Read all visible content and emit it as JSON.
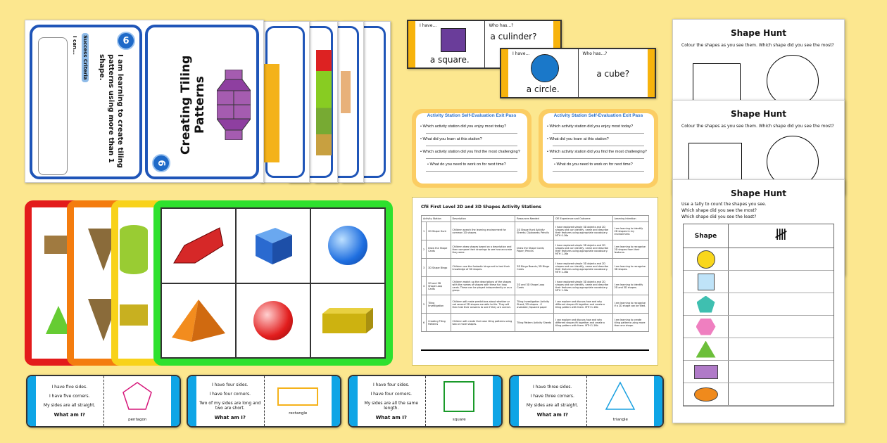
{
  "tiling_card": {
    "number": "6",
    "learning": "I am learning to create tiling patterns using more than 1 shape.",
    "success_label": "Success Criteria",
    "i_can": "I can...",
    "title": "Creating Tiling Patterns"
  },
  "loop_cards": [
    {
      "i_have": "I have...",
      "shape": "a square.",
      "who_has": "Who has...?",
      "answer": "a culinder?",
      "shape_color": "#6a3d9a"
    },
    {
      "i_have": "I have...",
      "shape": "a circle.",
      "who_has": "Who has...?",
      "answer": "a cube?",
      "shape_color": "#1a78c9"
    }
  ],
  "exit_pass": {
    "title": "Activity Station Self-Evaluation Exit Pass",
    "questions": [
      "• Which activity station did you enjoy most today?",
      "• What did you learn at this station?",
      "• Which activity station did you find the most challenging?",
      "• What do you need to work on for next time?"
    ]
  },
  "activity_doc": {
    "title": "CfE First Level 2D and 3D Shapes Activity Stations",
    "headers": [
      "Activity Station",
      "Description",
      "Resources Needed",
      "CfE Experience and Outcome",
      "Learning Intention"
    ],
    "rows": [
      [
        "1",
        "2D Shape Hunt",
        "Children search the learning environment for common 2D shapes.",
        "2D Shape Hunt Activity Sheets; Clipboards; Pencils",
        "I have explored simple 3D objects and 2D shapes and can identify, name and describe their features using appropriate vocabulary. MTH 0-16a",
        "I am learning to identify 2D shapes in my environment."
      ],
      [
        "2",
        "Draw the Shape Cards",
        "Children draw shapes based on a description and then compare their drawings to see how accurate they were.",
        "Draw the Shape Cards; Paper; Pencils",
        "I have explored simple 3D objects and 2D shapes and can identify, name and describe their features using appropriate vocabulary. MTH 1-16a",
        "I am learning to recognise 2D shapes from their features."
      ],
      [
        "3",
        "3D Shape Bingo",
        "Children use the fantastic bingo set to test their knowledge of 3D shapes.",
        "3D Bingo Boards; 3D Bingo Cards",
        "I have explored simple 3D objects and 2D shapes and can identify, name and describe their features using appropriate vocabulary. MTH 1-16a",
        "I am learning to recognise 3D shapes."
      ],
      [
        "4",
        "2D and 3D Shape Loop Cards",
        "Children match up the descriptions of the shapes with the names of shapes with these fun loop cards. These can be played independently or as a group.",
        "2D and 3D Shape Loop Cards",
        "I have explored simple 3D objects and 2D shapes and can identify, name and describe their features using appropriate vocabulary. MTH 1-16a",
        "I am learning to identify 2D and 3D shapes."
      ],
      [
        "5",
        "Tiling Investigation",
        "Children will make predictions about whether or not several 2D shapes are able to tile. They will then test their answers to see if they are correct.",
        "Tiling Investigation Activity Sheet; 2D shapes - if available; Squared paper",
        "I can explore and discuss how and why different shapes fit together and create a tiling pattern with them. MTH 1-16b",
        "I am learning to recognise if a 2D shape can be tiled."
      ],
      [
        "6",
        "Creating Tiling Patterns",
        "Children will create their own tiling patterns using two or more shapes.",
        "Tiling Pattern Activity Sheets",
        "I can explore and discuss how and why different shapes fit together and create a tiling pattern with them. MTH 1-16b",
        "I am learning to create tiling patterns using more than one shape."
      ]
    ]
  },
  "shape_hunt": {
    "title": "Shape Hunt",
    "instruction": "Colour the shapes as you see them. Which shape did you see the most?",
    "tally_lines": [
      "Use a tally to count the shapes you see.",
      "Which shape did you see the most?",
      "Which shape did you see the least?"
    ],
    "shape_header": "Shape"
  },
  "riddles": [
    {
      "lines": [
        "I have five sides.",
        "I have five corners.",
        "My sides are all straight."
      ],
      "question": "What am I?",
      "answer": "pentagon"
    },
    {
      "lines": [
        "I have four sides.",
        "I have four corners.",
        "Two of my sides are long and two are short."
      ],
      "question": "What am I?",
      "answer": "rectangle"
    },
    {
      "lines": [
        "I have four sides.",
        "I have four corners.",
        "My sides are all the same length."
      ],
      "question": "What am I?",
      "answer": "square"
    },
    {
      "lines": [
        "I have three sides.",
        "I have three corners.",
        "My sides are all straight."
      ],
      "question": "What am I?",
      "answer": "triangle"
    }
  ],
  "colors": {
    "background": "#fce78f",
    "card_border": "#1f55b8",
    "loop_edge": "#f7b30c",
    "riddle_edge": "#0ea5e6"
  }
}
